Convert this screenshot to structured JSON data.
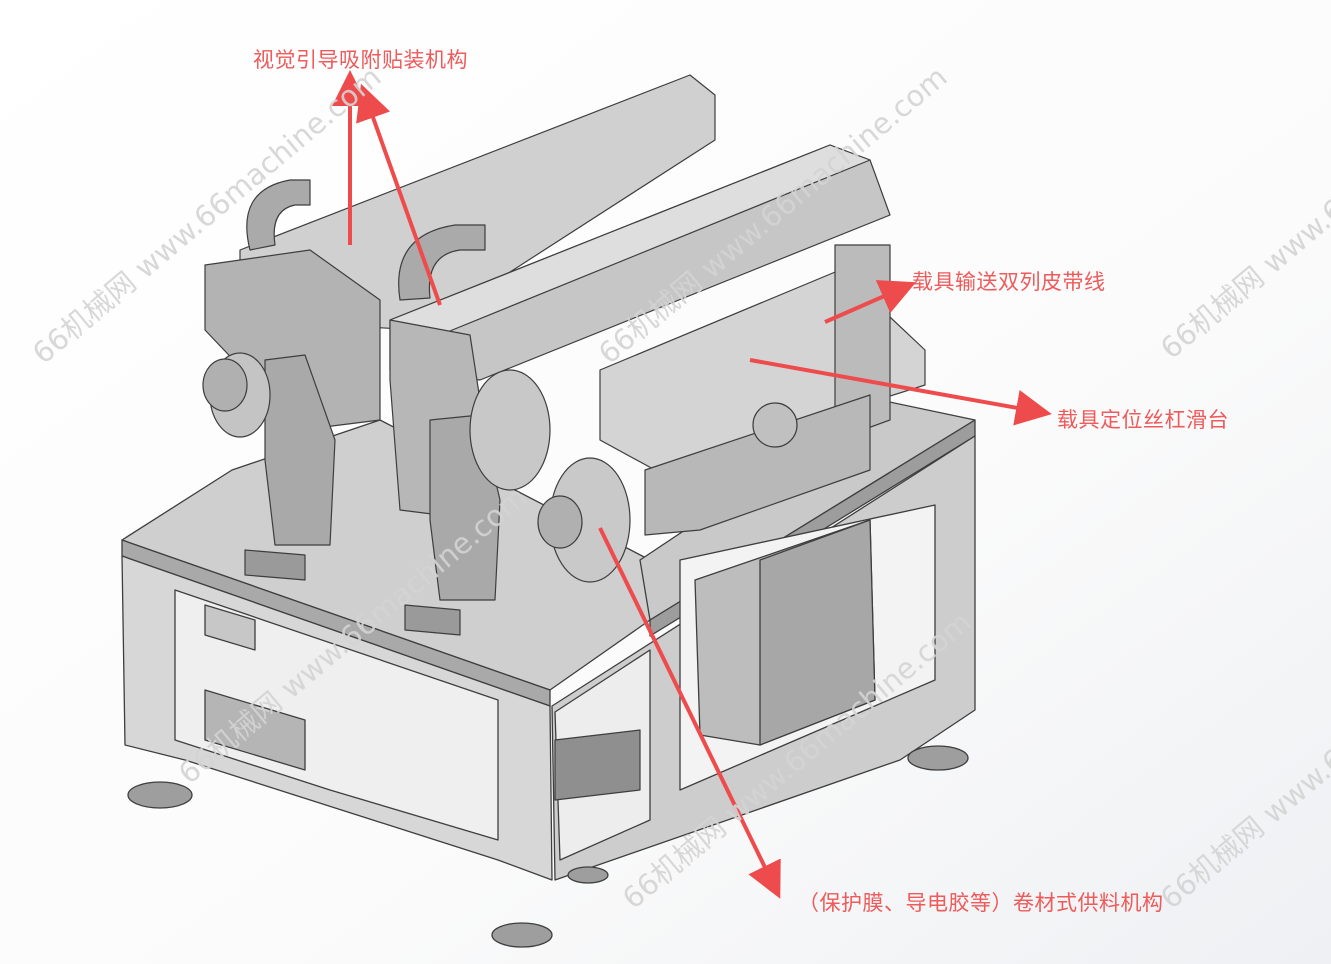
{
  "callouts": [
    {
      "text": "视觉引导吸附贴装机构"
    },
    {
      "text": "载具输送双列皮带线"
    },
    {
      "text": "载具定位丝杠滑台"
    },
    {
      "text": "（保护膜、导电胶等）卷材式供料机构"
    }
  ],
  "watermark": {
    "text": "66机械网 www.66machine.com"
  },
  "colors": {
    "callout": "#ef5a5a",
    "arrow": "#ee4c4c",
    "watermark": "#d4d4d4",
    "frame": "#d9d9d9",
    "plate": "#c9c9c9",
    "edge": "#3e3e3e",
    "part": "#b9b9b9",
    "dark": "#8d8d8d"
  }
}
